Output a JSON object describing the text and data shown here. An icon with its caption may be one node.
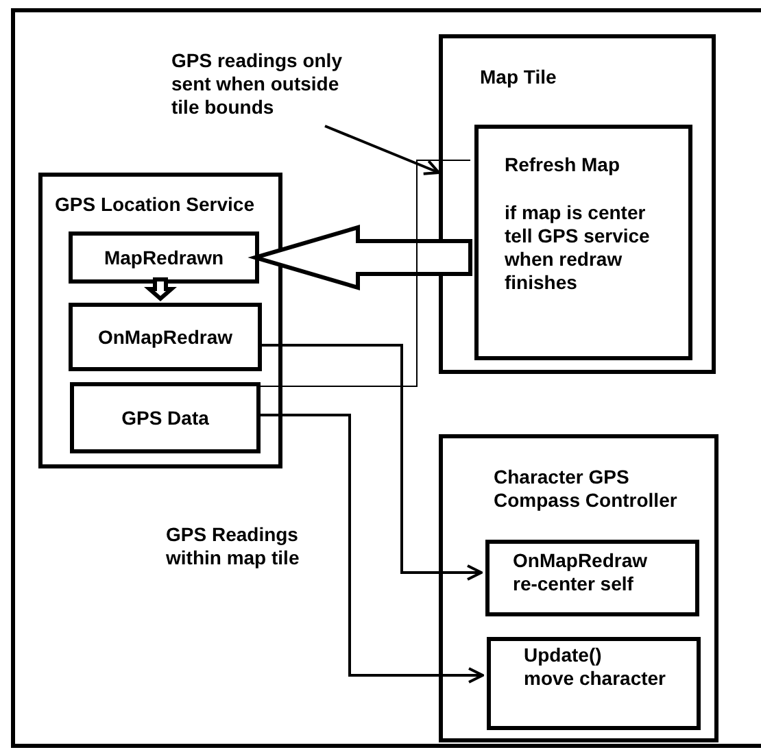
{
  "diagram": {
    "nodes": [
      {
        "text": [
          "Map Tile"
        ]
      },
      {
        "text": [
          "Refresh Map",
          "if map is center tell GPS service when redraw finishes"
        ],
        "in": 0
      },
      {
        "text": [
          "GPS Location Service"
        ]
      },
      {
        "text": [
          "MapRedrawn"
        ],
        "in": 2
      },
      {
        "text": [
          "OnMapRedraw"
        ],
        "in": 2
      },
      {
        "text": [
          "GPS Data"
        ],
        "in": 2
      },
      {
        "text": [
          "Character GPS Compass Controller"
        ]
      },
      {
        "text": [
          "OnMapRedraw",
          "re-center self"
        ],
        "in": 6
      },
      {
        "text": [
          "Update()",
          "move character"
        ],
        "in": 6
      },
      {
        "text": [
          "GPS readings only sent when outside tile bounds"
        ]
      }
    ],
    "edges": [
      {
        "from": 1,
        "to": 3,
        "arrow": "to",
        "style": "thick"
      },
      {
        "from": 3,
        "to": 4,
        "arrow": "to",
        "style": "thick"
      },
      {
        "from": 1,
        "to": 5,
        "arrow": "none"
      },
      {
        "from": 4,
        "to": 7,
        "arrow": "to"
      },
      {
        "from": 5,
        "to": 8,
        "arrow": "to",
        "label": "GPS Readings within map tile"
      },
      {
        "from": 9,
        "to": 0,
        "arrow": "to"
      }
    ]
  }
}
